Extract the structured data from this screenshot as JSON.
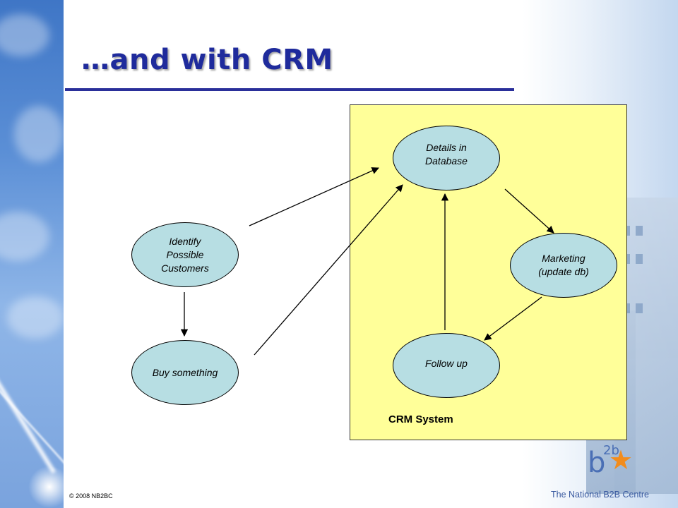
{
  "slide": {
    "title": "…and with CRM",
    "copyright": "© 2008 NB2BC"
  },
  "diagram": {
    "system_label": "CRM System",
    "nodes": {
      "identify": "Identify\nPossible\nCustomers",
      "buy": "Buy something",
      "details": "Details in\nDatabase",
      "marketing": "Marketing\n(update db)",
      "followup": "Follow up"
    }
  },
  "logo": {
    "mark_base": "b",
    "mark_super": "2b",
    "tagline": "The National B2B Centre"
  },
  "colors": {
    "title": "#1f2b9c",
    "crm_box": "#ffff99",
    "node_fill": "#b7dee3",
    "logo_star": "#f28c1c",
    "logo_blue": "#4a6fb5"
  },
  "icons": [
    "star-icon"
  ]
}
